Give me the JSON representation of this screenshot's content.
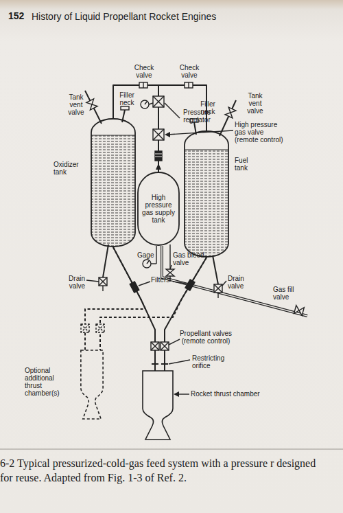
{
  "diagram": {
    "title": "History of Liquid Propellant Rocket Engines",
    "caption": "6-2 Typical pressurized-cold-gas feed system with a pressure r designed for reuse. Adapted from Fig. 1-3 of Ref. 2.",
    "nodes": [
      {
        "text": [
          "Oxidizer tank"
        ]
      },
      {
        "text": [
          "Fuel tank"
        ]
      },
      {
        "text": [
          "High pressure gas supply tank"
        ]
      },
      {
        "text": [
          "Optional additional thrust chamber(s)"
        ]
      },
      {
        "text": [
          "Rocket thrust chamber"
        ]
      }
    ],
    "edges": [
      {
        "from": 2,
        "to": 0,
        "arrow": "none"
      },
      {
        "from": 2,
        "to": 1,
        "arrow": "none"
      },
      {
        "from": 0,
        "to": 4,
        "arrow": "none"
      },
      {
        "from": 1,
        "to": 4,
        "arrow": "none"
      },
      {
        "from": 0,
        "to": 3,
        "arrow": "none"
      },
      {
        "from": 1,
        "to": 3,
        "arrow": "none"
      }
    ],
    "labels": [
      "152",
      "Check valve",
      "Check valve",
      "Tank vent valve",
      "Filler neck",
      "Filler neck",
      "Tank vent valve",
      "Pressure regulator",
      "High pressure gas valve (remote control)",
      "Gage",
      "Gas bleed valve",
      "Drain valve",
      "Drain valve",
      "Gas fill valve",
      "Filters",
      "Propellant valves (remote control)",
      "Restricting orifice"
    ]
  }
}
